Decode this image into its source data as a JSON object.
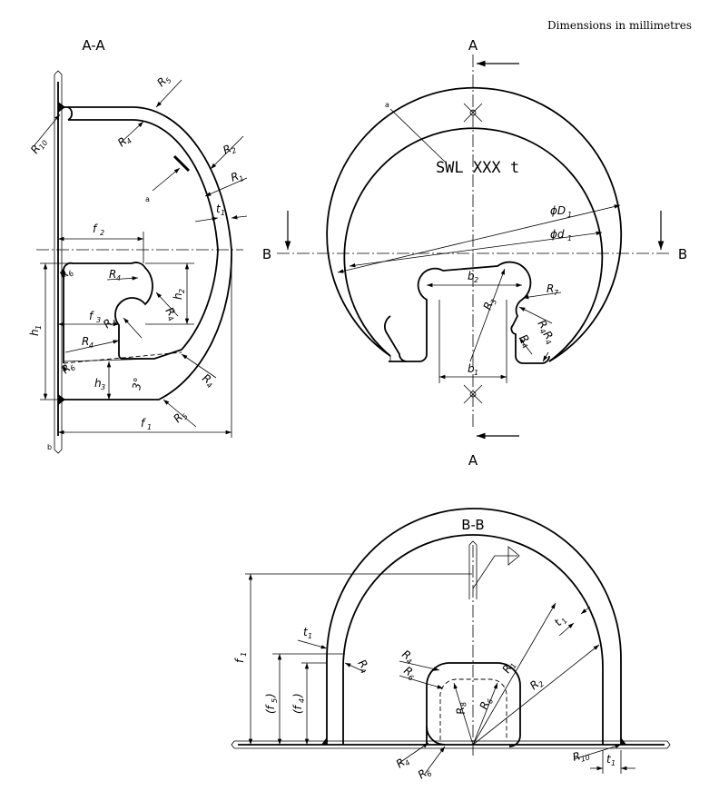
{
  "header": {
    "note": "Dimensions in millimetres"
  },
  "section_titles": {
    "aa": "A-A",
    "bb": "B-B"
  },
  "cut_marks": {
    "a_top": "A",
    "a_bottom": "A",
    "b_left": "B",
    "b_right": "B"
  },
  "marking": {
    "text": "SWL XXX t"
  },
  "footnote_refs": {
    "a": "a",
    "b": "b"
  },
  "angle": {
    "label": "3°"
  },
  "dims": {
    "R1": [
      "R",
      "1"
    ],
    "R2": [
      "R",
      "2"
    ],
    "R3": [
      "R",
      "3"
    ],
    "R4": [
      "R",
      "4"
    ],
    "R5": [
      "R",
      "5"
    ],
    "R6": [
      "R",
      "6"
    ],
    "R7": [
      "R",
      "7"
    ],
    "R8": [
      "R",
      "8"
    ],
    "R10": [
      "R",
      "10"
    ],
    "t1": [
      "t",
      "1"
    ],
    "f1": [
      "f",
      "1"
    ],
    "f2": [
      "f",
      "2"
    ],
    "f3": [
      "f",
      "3"
    ],
    "h1": [
      "h",
      "1"
    ],
    "h2": [
      "h",
      "2"
    ],
    "h3": [
      "h",
      "3"
    ],
    "b1": [
      "b",
      "1"
    ],
    "b2": [
      "b",
      "2"
    ],
    "D1": [
      "ϕD",
      "1"
    ],
    "d1": [
      "ϕd",
      "1"
    ],
    "f4": [
      "(f",
      "4",
      ")"
    ],
    "f5": [
      "(f",
      "5",
      ")"
    ]
  }
}
